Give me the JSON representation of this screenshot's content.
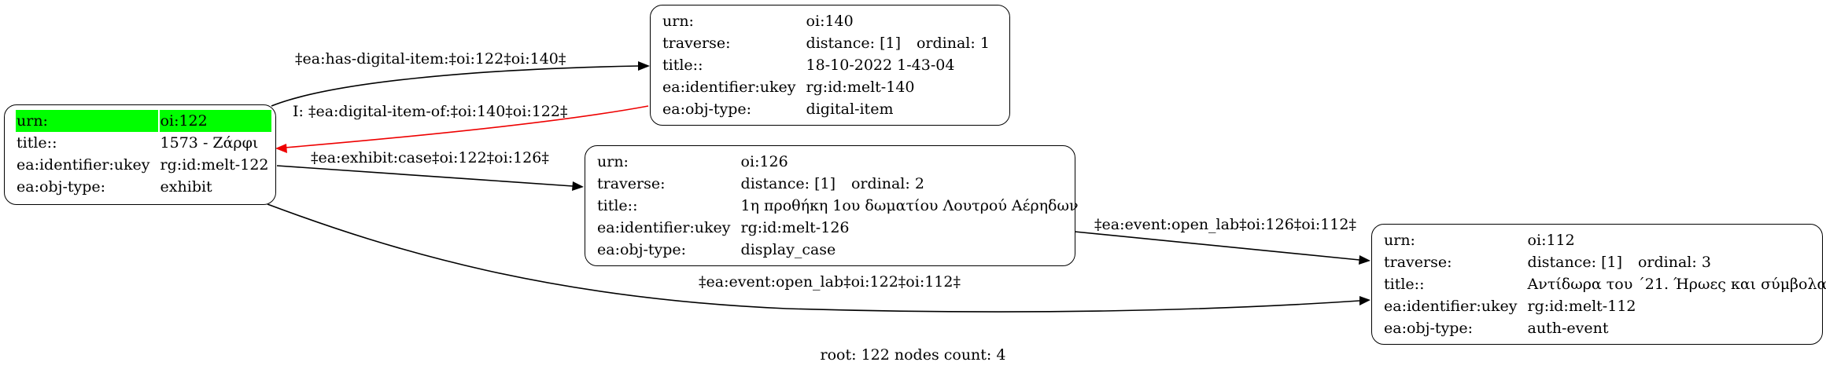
{
  "nodes": {
    "n122": {
      "urn_key": "urn:",
      "urn": "oi:122",
      "title_key": "title::",
      "title": "1573 - Ζάρφι",
      "ukey_key": "ea:identifier:ukey",
      "ukey": "rg:id:melt-122",
      "type_key": "ea:obj-type:",
      "type": "exhibit",
      "highlight_color": "#00ff00"
    },
    "n140": {
      "urn_key": "urn:",
      "urn": "oi:140",
      "traverse_key": "traverse:",
      "distance": "distance: [1]",
      "ordinal": "ordinal: 1",
      "title_key": "title::",
      "title": "18-10-2022 1-43-04",
      "ukey_key": "ea:identifier:ukey",
      "ukey": "rg:id:melt-140",
      "type_key": "ea:obj-type:",
      "type": "digital-item"
    },
    "n126": {
      "urn_key": "urn:",
      "urn": "oi:126",
      "traverse_key": "traverse:",
      "distance": "distance: [1]",
      "ordinal": "ordinal: 2",
      "title_key": "title::",
      "title": "1η προθήκη 1ου δωματίου Λουτρού Αέρηδων",
      "ukey_key": "ea:identifier:ukey",
      "ukey": "rg:id:melt-126",
      "type_key": "ea:obj-type:",
      "type": "display_case"
    },
    "n112": {
      "urn_key": "urn:",
      "urn": "oi:112",
      "traverse_key": "traverse:",
      "distance": "distance: [1]",
      "ordinal": "ordinal: 3",
      "title_key": "title::",
      "title": "Αντίδωρα του ΄21. Ήρωες και σύμβολα",
      "ukey_key": "ea:identifier:ukey",
      "ukey": "rg:id:melt-112",
      "type_key": "ea:obj-type:",
      "type": "auth-event"
    }
  },
  "edges": [
    {
      "id": "e1",
      "from": "oi:122",
      "to": "oi:140",
      "label": "‡ea:has-digital-item:‡oi:122‡oi:140‡",
      "color": "#000000"
    },
    {
      "id": "e2",
      "from": "oi:140",
      "to": "oi:122",
      "label": "I: ‡ea:digital-item-of:‡oi:140‡oi:122‡",
      "color": "#ee0000"
    },
    {
      "id": "e3",
      "from": "oi:122",
      "to": "oi:126",
      "label": "‡ea:exhibit:case‡oi:122‡oi:126‡",
      "color": "#000000"
    },
    {
      "id": "e4",
      "from": "oi:126",
      "to": "oi:112",
      "label": "‡ea:event:open_lab‡oi:126‡oi:112‡",
      "color": "#000000"
    },
    {
      "id": "e5",
      "from": "oi:122",
      "to": "oi:112",
      "label": "‡ea:event:open_lab‡oi:122‡oi:112‡",
      "color": "#000000"
    }
  ],
  "footer": "root: 122 nodes count: 4"
}
